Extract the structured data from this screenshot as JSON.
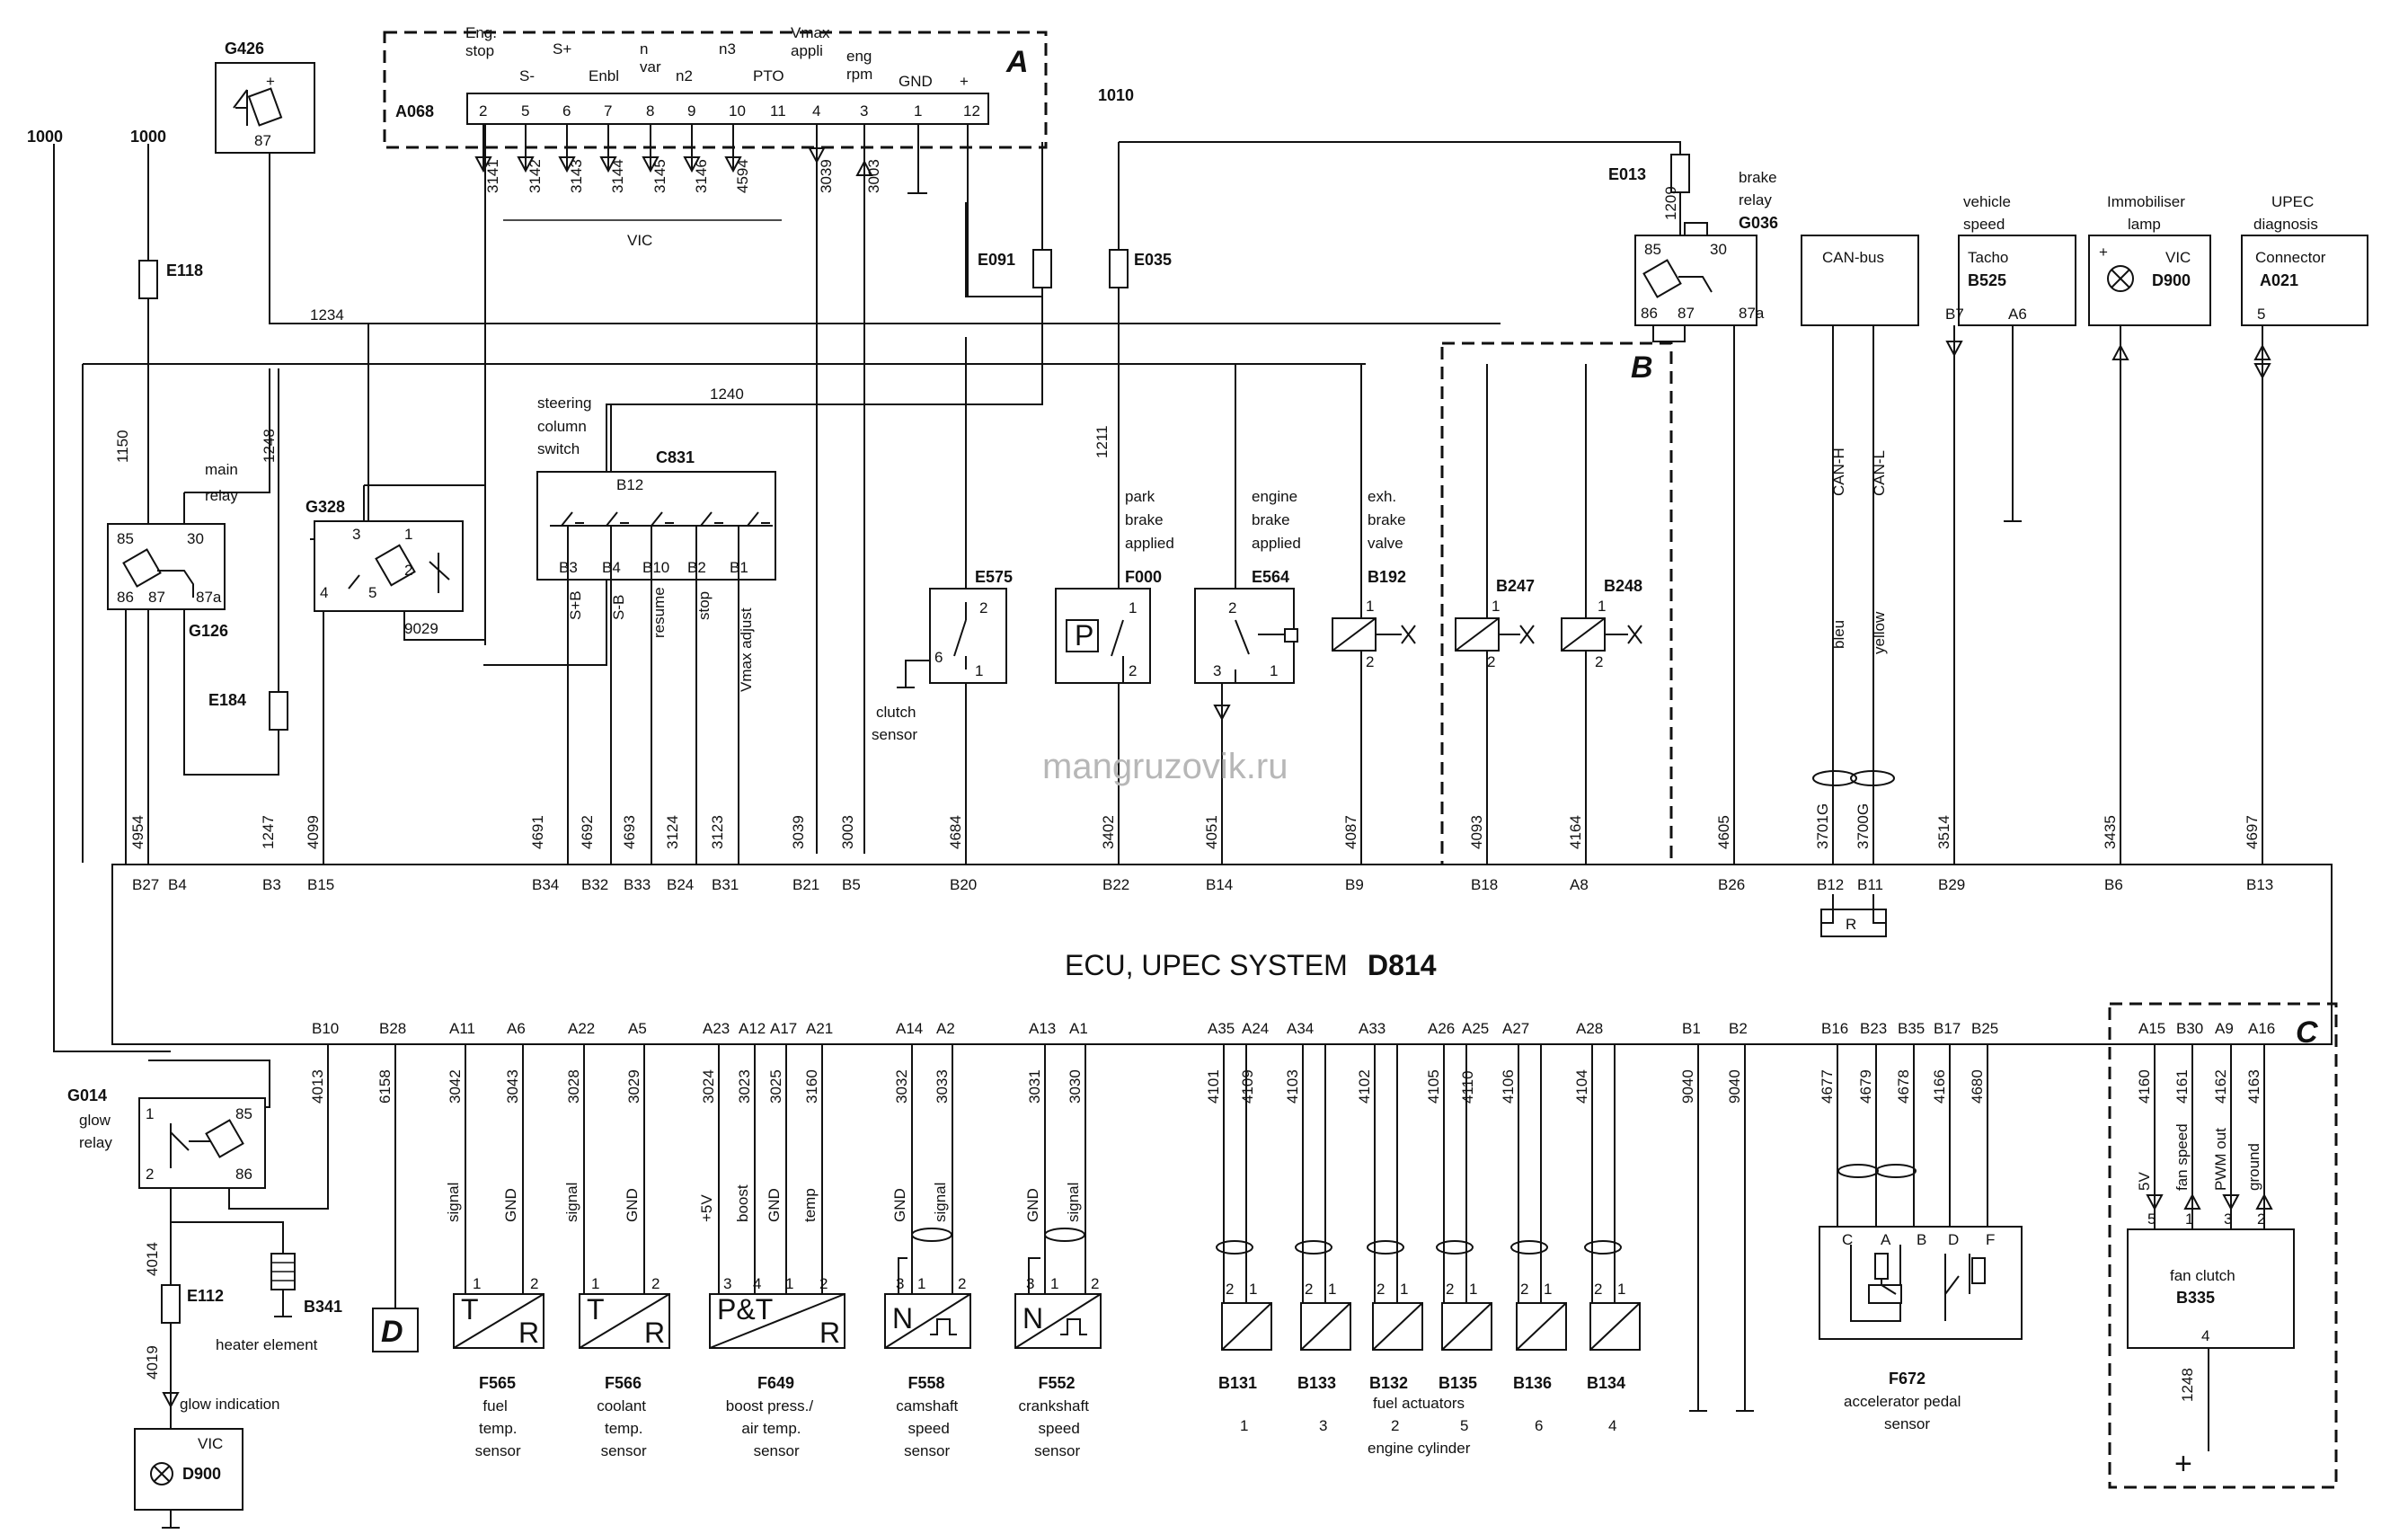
{
  "ecu": {
    "label": "ECU, UPEC SYSTEM",
    "code": "D814"
  },
  "watermark": "mangruzovik.ru",
  "box_labels": {
    "a": "A",
    "b": "B",
    "c": "C",
    "d": "D"
  },
  "top_connector": {
    "code": "A068",
    "signals": [
      "Eng. stop",
      "S-",
      "S+",
      "Enbl",
      "n var",
      "n2",
      "n3",
      "PTO",
      "Vmax appli",
      "eng rpm",
      "GND",
      "+"
    ],
    "pins": [
      "2",
      "5",
      "6",
      "7",
      "8",
      "9",
      "10",
      "11",
      "4",
      "3",
      "1",
      "12"
    ],
    "wires": [
      "3141",
      "3142",
      "3143",
      "3144",
      "3145",
      "3146",
      "4594",
      "3039",
      "3003"
    ],
    "bus_label": "VIC"
  },
  "supply": {
    "w1000a": "1000",
    "w1000b": "1000",
    "w1010": "1010",
    "w1234": "1234",
    "w1240": "1240"
  },
  "top_components": {
    "g426": {
      "code": "G426",
      "pin": "87",
      "plus": "+"
    },
    "e118": "E118",
    "e091": "E091",
    "e035": "E035",
    "e013": "E013",
    "e184": "E184",
    "brake_relay": {
      "label": "brake relay",
      "code": "G036",
      "pins": [
        "85",
        "30",
        "86",
        "87",
        "87a"
      ],
      "wire": "1209"
    },
    "can_bus": "CAN-bus",
    "tacho": {
      "title": "vehicle speed",
      "label": "Tacho",
      "code": "B525",
      "pins": [
        "B7",
        "A6"
      ]
    },
    "immobiliser": {
      "title": "Immobiliser lamp",
      "label": "VIC",
      "code": "D900",
      "plus": "+"
    },
    "upec_diag": {
      "title": "UPEC diagnosis",
      "label": "Connector",
      "code": "A021",
      "pin": "5"
    }
  },
  "main_relay": {
    "title": "main relay",
    "code": "G126",
    "pins": [
      "85",
      "30",
      "86",
      "87",
      "87a"
    ],
    "wires": [
      "1150",
      "1248"
    ]
  },
  "g328": {
    "code": "G328",
    "pins": [
      "3",
      "1",
      "4",
      "5",
      "2"
    ],
    "wire": "9029"
  },
  "steering": {
    "title": "steering column switch",
    "code": "C831",
    "top_pin": "B12",
    "pins": [
      "B3",
      "B4",
      "B10",
      "B2",
      "B1"
    ],
    "labels": [
      "S+B",
      "S-B",
      "resume",
      "stop",
      "Vmax adjust"
    ]
  },
  "e575": {
    "code": "E575",
    "pins": [
      "2",
      "6",
      "1"
    ],
    "label": "clutch sensor"
  },
  "f000": {
    "code": "F000",
    "title": "park brake applied",
    "letter": "P",
    "pins": [
      "1",
      "2"
    ],
    "wire": "1211"
  },
  "e564": {
    "code": "E564",
    "title": "engine brake applied",
    "pins": [
      "2",
      "3",
      "1"
    ]
  },
  "b192": {
    "code": "B192",
    "title": "exh. brake valve",
    "pins": [
      "1",
      "2"
    ]
  },
  "b247": {
    "code": "B247",
    "pins": [
      "1",
      "2"
    ]
  },
  "b248": {
    "code": "B248",
    "pins": [
      "1",
      "2"
    ]
  },
  "can_wires": {
    "h": "CAN-H",
    "l": "CAN-L",
    "bleu": "bleu",
    "yellow": "yellow",
    "w1": "3701G",
    "w2": "3700G",
    "r": "R"
  },
  "top_row": [
    {
      "w": "4954",
      "p": "B27"
    },
    {
      "w": "",
      "p": "B4"
    },
    {
      "w": "1247",
      "p": "B3"
    },
    {
      "w": "4099",
      "p": "B15"
    },
    {
      "w": "4691",
      "p": "B34"
    },
    {
      "w": "4692",
      "p": "B32"
    },
    {
      "w": "4693",
      "p": "B33"
    },
    {
      "w": "3124",
      "p": "B24"
    },
    {
      "w": "3123",
      "p": "B31"
    },
    {
      "w": "3039",
      "p": "B21"
    },
    {
      "w": "3003",
      "p": "B5"
    },
    {
      "w": "4684",
      "p": "B20"
    },
    {
      "w": "3402",
      "p": "B22"
    },
    {
      "w": "4051",
      "p": "B14"
    },
    {
      "w": "4087",
      "p": "B9"
    },
    {
      "w": "4093",
      "p": "B18"
    },
    {
      "w": "4164",
      "p": "A8"
    },
    {
      "w": "4605",
      "p": "B26"
    },
    {
      "w": "3701G",
      "p": "B12"
    },
    {
      "w": "3700G",
      "p": "B11"
    },
    {
      "w": "3514",
      "p": "B29"
    },
    {
      "w": "3435",
      "p": "B6"
    },
    {
      "w": "4697",
      "p": "B13"
    }
  ],
  "bottom_row": [
    {
      "w": "4013",
      "p": "B10"
    },
    {
      "w": "6158",
      "p": "B28"
    },
    {
      "w": "3042",
      "p": "A11"
    },
    {
      "w": "3043",
      "p": "A6"
    },
    {
      "w": "3028",
      "p": "A22"
    },
    {
      "w": "3029",
      "p": "A5"
    },
    {
      "w": "3024",
      "p": "A23"
    },
    {
      "w": "3023",
      "p": "A12"
    },
    {
      "w": "3025",
      "p": "A17"
    },
    {
      "w": "3160",
      "p": "A21"
    },
    {
      "w": "3032",
      "p": "A14"
    },
    {
      "w": "3033",
      "p": "A2"
    },
    {
      "w": "3031",
      "p": "A13"
    },
    {
      "w": "3030",
      "p": "A1"
    },
    {
      "w": "4101",
      "p": "A35"
    },
    {
      "w": "4109",
      "p": "A24"
    },
    {
      "w": "4103",
      "p": "A34"
    },
    {
      "w": "4102",
      "p": "A33"
    },
    {
      "w": "4105",
      "p": "A26"
    },
    {
      "w": "4110",
      "p": "A25"
    },
    {
      "w": "4106",
      "p": "A27"
    },
    {
      "w": "4104",
      "p": "A28"
    },
    {
      "w": "9040",
      "p": "B1"
    },
    {
      "w": "9040",
      "p": "B2"
    },
    {
      "w": "4677",
      "p": "B16"
    },
    {
      "w": "4679",
      "p": "B23"
    },
    {
      "w": "4678",
      "p": "B35"
    },
    {
      "w": "4166",
      "p": "B17"
    },
    {
      "w": "4680",
      "p": "B25"
    },
    {
      "w": "4160",
      "p": "A15"
    },
    {
      "w": "4161",
      "p": "B30"
    },
    {
      "w": "4162",
      "p": "A9"
    },
    {
      "w": "4163",
      "p": "A16"
    }
  ],
  "glow_relay": {
    "code": "G014",
    "title": "glow relay",
    "pins": [
      "1",
      "85",
      "2",
      "86"
    ]
  },
  "e112": {
    "code": "E112",
    "wires": [
      "4014",
      "4019"
    ],
    "indication": "glow indication"
  },
  "b341": {
    "code": "B341",
    "label": "heater element"
  },
  "d900_bottom": {
    "label": "VIC",
    "code": "D900"
  },
  "sensors": {
    "f565": {
      "code": "F565",
      "lines": [
        "fuel",
        "temp.",
        "sensor"
      ],
      "signals": [
        "signal",
        "GND"
      ],
      "pins": [
        "1",
        "2"
      ],
      "t": "T",
      "r": "R"
    },
    "f566": {
      "code": "F566",
      "lines": [
        "coolant",
        "temp.",
        "sensor"
      ],
      "signals": [
        "signal",
        "GND"
      ],
      "pins": [
        "1",
        "2"
      ],
      "t": "T",
      "r": "R"
    },
    "f649": {
      "code": "F649",
      "lines": [
        "boost press./",
        "air temp.",
        "sensor"
      ],
      "signals": [
        "+5V",
        "boost",
        "GND",
        "temp"
      ],
      "pins": [
        "3",
        "4",
        "1",
        "2"
      ],
      "t": "P&T",
      "r": "R"
    },
    "f558": {
      "code": "F558",
      "lines": [
        "camshaft",
        "speed",
        "sensor"
      ],
      "signals": [
        "GND",
        "signal"
      ],
      "pins": [
        "3",
        "1",
        "2"
      ],
      "n": "N"
    },
    "f552": {
      "code": "F552",
      "lines": [
        "crankshaft",
        "speed",
        "sensor"
      ],
      "signals": [
        "GND",
        "signal"
      ],
      "pins": [
        "3",
        "1",
        "2"
      ],
      "n": "N"
    }
  },
  "actuators": {
    "codes": [
      "B131",
      "B133",
      "B132",
      "B135",
      "B136",
      "B134"
    ],
    "cylinders": [
      "1",
      "3",
      "2",
      "5",
      "6",
      "4"
    ],
    "pins": [
      "2",
      "1"
    ],
    "title": "fuel actuators",
    "subtitle": "engine cylinder"
  },
  "pedal": {
    "code": "F672",
    "lines": [
      "accelerator pedal",
      "sensor"
    ],
    "letters": [
      "C",
      "A",
      "B",
      "D",
      "F"
    ]
  },
  "fan": {
    "label": "fan clutch",
    "code": "B335",
    "pins": [
      "5",
      "1",
      "3",
      "2"
    ],
    "signals": [
      "5V",
      "fan speed",
      "PWM out",
      "ground"
    ],
    "bottom_pin": "4",
    "wire": "1248",
    "plus": "+"
  }
}
